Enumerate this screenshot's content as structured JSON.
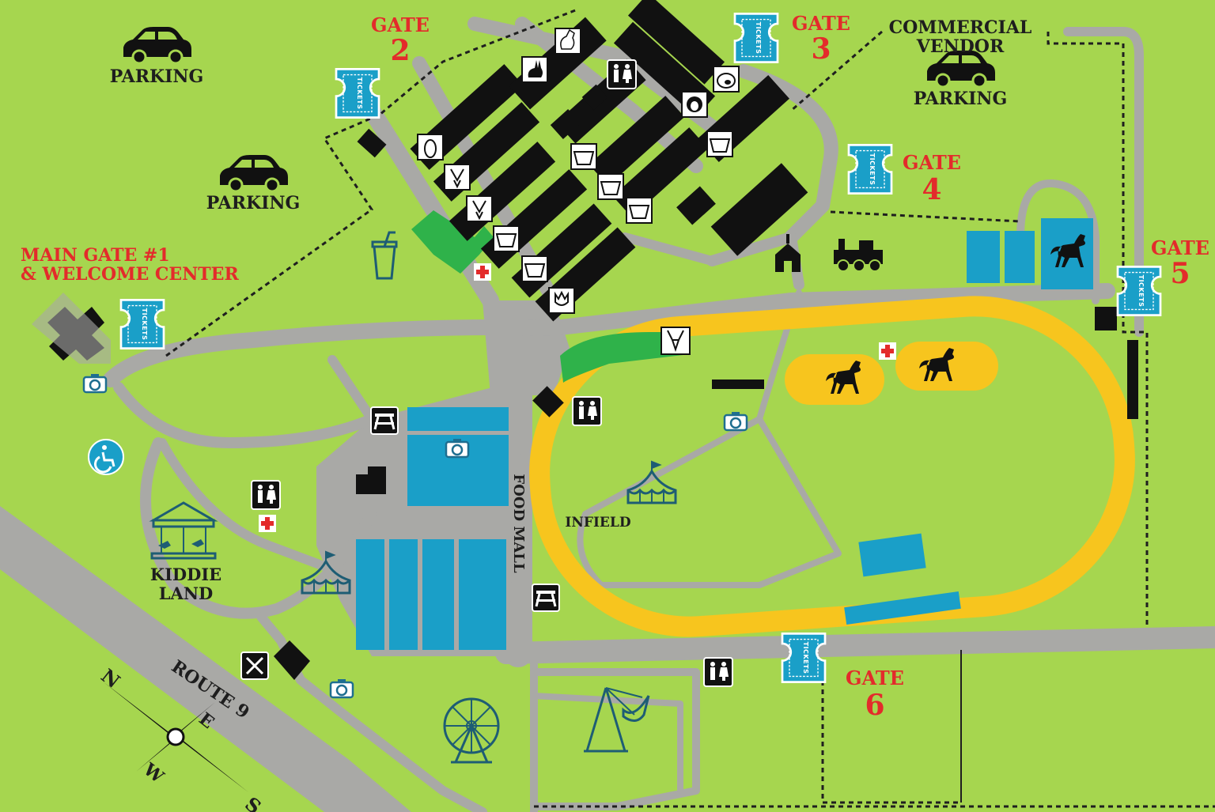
{
  "labels": {
    "parking_nw": "PARKING",
    "parking_w": "PARKING",
    "commercial_line1": "COMMERCIAL",
    "commercial_line2": "VENDOR",
    "commercial_line3": "PARKING",
    "main_gate_line1": "MAIN GATE #1",
    "main_gate_line2": "& WELCOME CENTER",
    "kiddie_line1": "KIDDIE",
    "kiddie_line2": "LAND",
    "infield": "INFIELD",
    "food_mall": "FOOD MALL",
    "route": "ROUTE 9"
  },
  "gates": {
    "g2_word": "GATE",
    "g2_num": "2",
    "g3_word": "GATE",
    "g3_num": "3",
    "g4_word": "GATE",
    "g4_num": "4",
    "g5_word": "GATE",
    "g5_num": "5",
    "g6_word": "GATE",
    "g6_num": "6"
  },
  "tickets_text": "TICKETS",
  "compass": {
    "n": "N",
    "e": "E",
    "s": "S",
    "w": "W"
  },
  "colors": {
    "grass": "#a6d64f",
    "road": "#a9a9a6",
    "track": "#f7c51e",
    "water_blue": "#1a9fc8",
    "gate_red": "#e32b2b",
    "building": "#111111",
    "green_area": "#2fb24a"
  },
  "icons": [
    "car-icon",
    "tickets-icon",
    "chicken-icon",
    "rabbit-icon",
    "pig-icon",
    "sheep-icon",
    "cow-icon",
    "goat-icon",
    "llama-icon",
    "tulip-icon",
    "deer-icon",
    "restroom-icon",
    "first-aid-icon",
    "camera-icon",
    "picnic-table-icon",
    "wheelchair-icon",
    "drink-cup-icon",
    "carousel-icon",
    "circus-tent-icon",
    "ferris-wheel-icon",
    "pirate-ship-icon",
    "train-icon",
    "schoolhouse-icon",
    "horse-icon",
    "dining-icon",
    "compass-rose-icon"
  ]
}
